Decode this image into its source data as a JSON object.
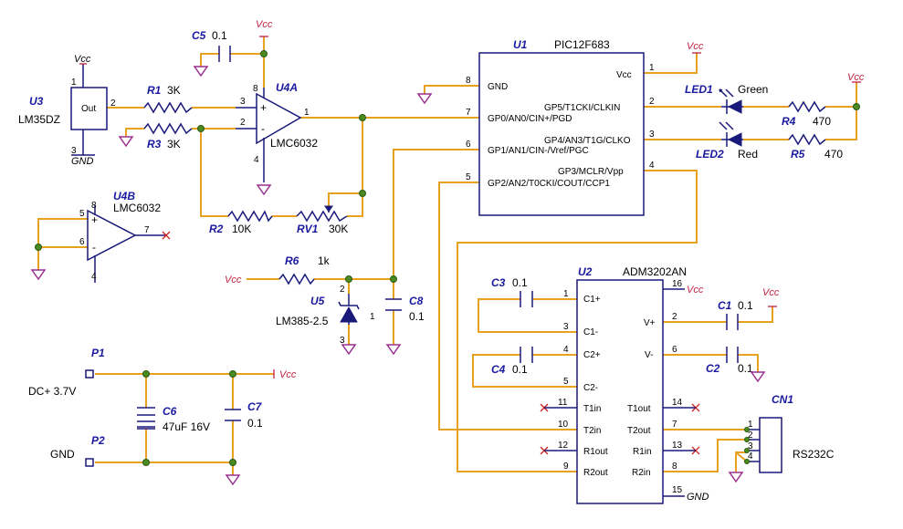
{
  "power": {
    "vcc": "Vcc",
    "gnd": "GND"
  },
  "u3": {
    "ref": "U3",
    "value": "LM35DZ",
    "box": "Out",
    "pin1": "1",
    "pin2": "2",
    "pin3": "3"
  },
  "r1": {
    "ref": "R1",
    "value": "3K"
  },
  "r3": {
    "ref": "R3",
    "value": "3K"
  },
  "r2": {
    "ref": "R2",
    "value": "10K"
  },
  "rv1": {
    "ref": "RV1",
    "value": "30K"
  },
  "r6": {
    "ref": "R6",
    "value": "1k"
  },
  "r4": {
    "ref": "R4",
    "value": "470"
  },
  "r5": {
    "ref": "R5",
    "value": "470"
  },
  "c5": {
    "ref": "C5",
    "value": "0.1"
  },
  "c8": {
    "ref": "C8",
    "value": "0.1"
  },
  "c6": {
    "ref": "C6",
    "value": "47uF 16V"
  },
  "c7": {
    "ref": "C7",
    "value": "0.1"
  },
  "c1": {
    "ref": "C1",
    "value": "0.1"
  },
  "c2": {
    "ref": "C2",
    "value": "0.1"
  },
  "c3": {
    "ref": "C3",
    "value": "0.1"
  },
  "c4": {
    "ref": "C4",
    "value": "0.1"
  },
  "u4a": {
    "ref": "U4A",
    "value": "LMC6032",
    "plus": "+",
    "minus": "-",
    "pin1": "1",
    "pin2": "2",
    "pin3": "3",
    "pin4": "4",
    "pin8": "8"
  },
  "u4b": {
    "ref": "U4B",
    "value": "LMC6032",
    "plus": "+",
    "minus": "-",
    "pin4": "4",
    "pin5": "5",
    "pin6": "6",
    "pin7": "7",
    "pin8": "8"
  },
  "u5": {
    "ref": "U5",
    "value": "LM385-2.5",
    "pin1": "1",
    "pin2": "2",
    "pin3": "3"
  },
  "u1": {
    "ref": "U1",
    "value": "PIC12F683",
    "left": [
      {
        "num": "8",
        "name": "GND"
      },
      {
        "num": "7",
        "name": "GP0/AN0/CIN+/PGD"
      },
      {
        "num": "6",
        "name": "GP1/AN1/CIN-/Vref/PGC"
      },
      {
        "num": "5",
        "name": "GP2/AN2/T0CKI/COUT/CCP1"
      }
    ],
    "right": [
      {
        "num": "1",
        "name": "Vcc"
      },
      {
        "num": "2",
        "name": "GP5/T1CKI/CLKIN"
      },
      {
        "num": "3",
        "name": "GP4/AN3/T1G/CLKO"
      },
      {
        "num": "4",
        "name": "GP3/MCLR/Vpp"
      }
    ]
  },
  "led1": {
    "ref": "LED1",
    "value": "Green"
  },
  "led2": {
    "ref": "LED2",
    "value": "Red"
  },
  "u2": {
    "ref": "U2",
    "value": "ADM3202AN",
    "left": [
      {
        "num": "1",
        "name": "C1+"
      },
      {
        "num": "3",
        "name": "C1-"
      },
      {
        "num": "4",
        "name": "C2+"
      },
      {
        "num": "5",
        "name": "C2-"
      },
      {
        "num": "11",
        "name": "T1in"
      },
      {
        "num": "10",
        "name": "T2in"
      },
      {
        "num": "12",
        "name": "R1out"
      },
      {
        "num": "9",
        "name": "R2out"
      }
    ],
    "right": [
      {
        "num": "16",
        "name": "Vcc"
      },
      {
        "num": "2",
        "name": "V+"
      },
      {
        "num": "6",
        "name": "V-"
      },
      {
        "num": "14",
        "name": "T1out"
      },
      {
        "num": "7",
        "name": "T2out"
      },
      {
        "num": "13",
        "name": "R1in"
      },
      {
        "num": "8",
        "name": "R2in"
      },
      {
        "num": "15",
        "name": "GND"
      }
    ]
  },
  "cn1": {
    "ref": "CN1",
    "value": "RS232C",
    "pins": [
      "1",
      "2",
      "3",
      "4"
    ]
  },
  "p1": {
    "ref": "P1",
    "value": "DC+ 3.7V"
  },
  "p2": {
    "ref": "P2",
    "value": "GND"
  }
}
